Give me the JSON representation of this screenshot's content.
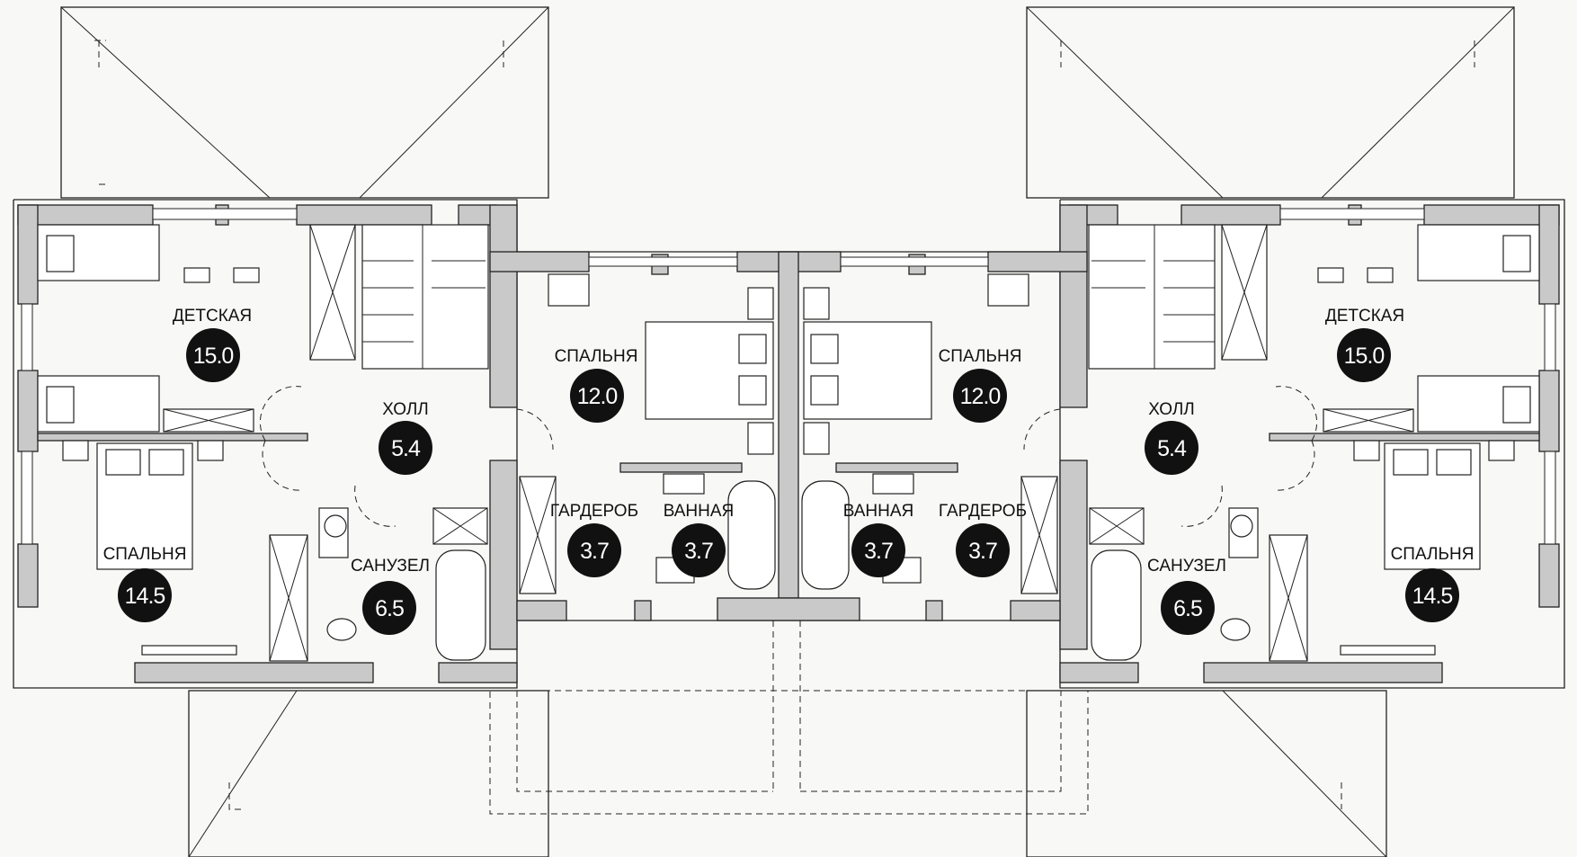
{
  "rooms": [
    {
      "id": "l-kids",
      "name": "ДЕТСКАЯ",
      "area": "15.0"
    },
    {
      "id": "l-hall",
      "name": "ХОЛЛ",
      "area": "5.4"
    },
    {
      "id": "l-bed-big",
      "name": "СПАЛЬНЯ",
      "area": "14.5"
    },
    {
      "id": "l-wc",
      "name": "САНУЗЕЛ",
      "area": "6.5"
    },
    {
      "id": "l-bed",
      "name": "СПАЛЬНЯ",
      "area": "12.0"
    },
    {
      "id": "l-wardrobe",
      "name": "ГАРДЕРОБ",
      "area": "3.7"
    },
    {
      "id": "l-bath",
      "name": "ВАННАЯ",
      "area": "3.7"
    },
    {
      "id": "r-bath",
      "name": "ВАННАЯ",
      "area": "3.7"
    },
    {
      "id": "r-wardrobe",
      "name": "ГАРДЕРОБ",
      "area": "3.7"
    },
    {
      "id": "r-bed",
      "name": "СПАЛЬНЯ",
      "area": "12.0"
    },
    {
      "id": "r-kids",
      "name": "ДЕТСКАЯ",
      "area": "15.0"
    },
    {
      "id": "r-hall",
      "name": "ХОЛЛ",
      "area": "5.4"
    },
    {
      "id": "r-wc",
      "name": "САНУЗЕЛ",
      "area": "6.5"
    },
    {
      "id": "r-bed-big",
      "name": "СПАЛЬНЯ",
      "area": "14.5"
    }
  ],
  "colors": {
    "walls": "#c9c9c9",
    "lines": "#222222",
    "badge": "#111111",
    "background": "#f8f8f6"
  }
}
